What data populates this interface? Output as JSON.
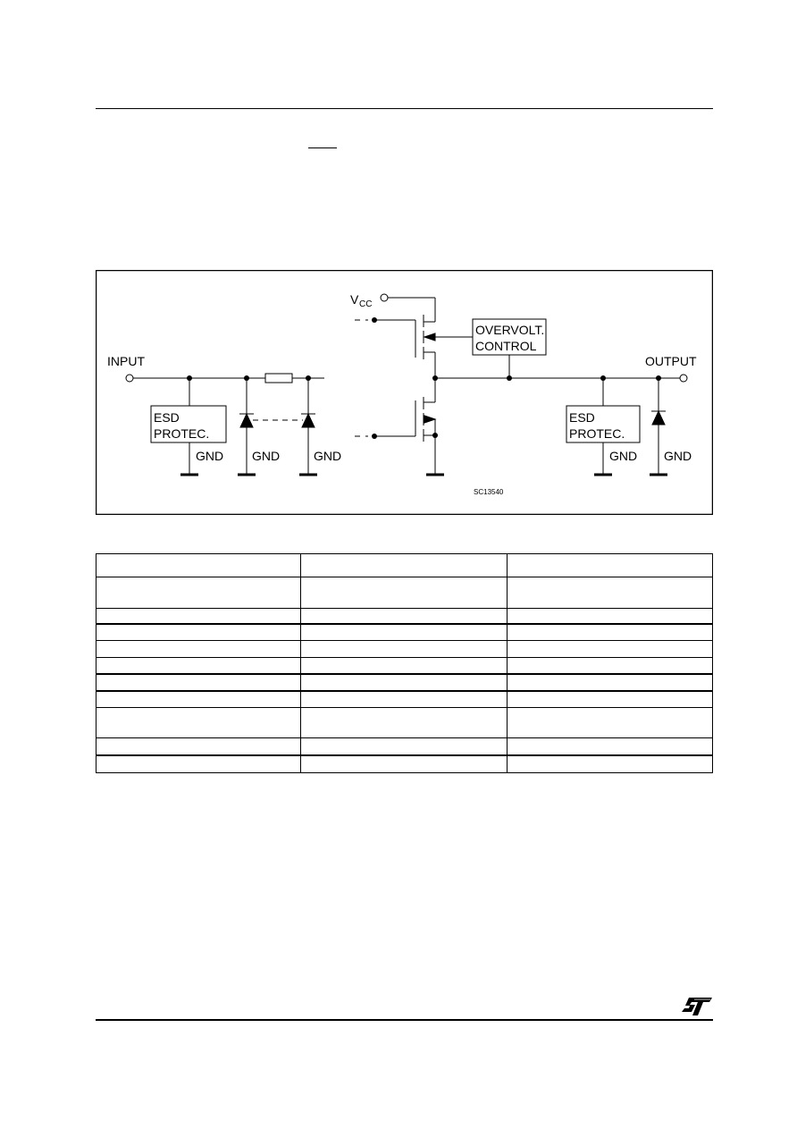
{
  "diagram": {
    "vcc_label": "V",
    "vcc_subscript": "CC",
    "input_label": "INPUT",
    "output_label": "OUTPUT",
    "overvolt_line1": "OVERVOLT.",
    "overvolt_line2": "CONTROL",
    "esd_line1": "ESD",
    "esd_line2": "PROTEC.",
    "gnd_label": "GND",
    "figure_code": "SC13540"
  },
  "table": {
    "rows": 11,
    "columns": 3
  },
  "colors": {
    "ink": "#000000",
    "paper": "#ffffff"
  },
  "logo": "st-logo"
}
